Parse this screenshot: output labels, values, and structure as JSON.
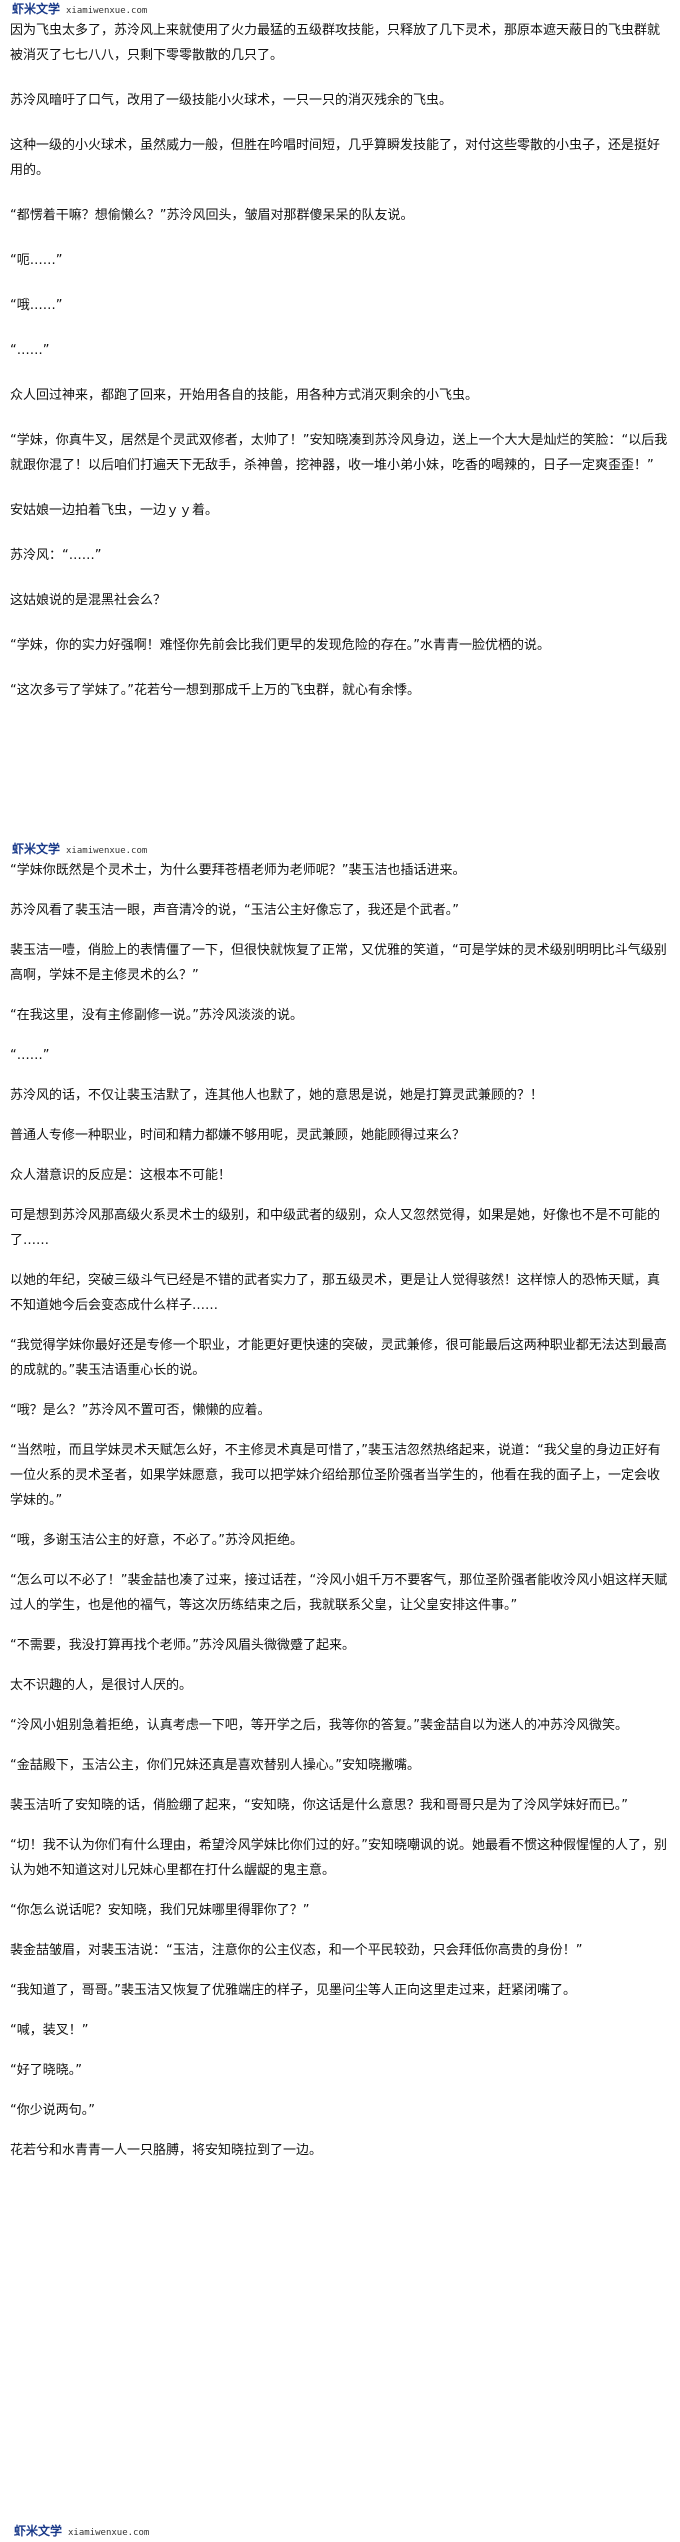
{
  "watermark": {
    "logo": "虾米文学",
    "url": "xiamiwenxue.com"
  },
  "page_a": {
    "paragraphs": [
      "因为飞虫太多了，苏泠风上来就使用了火力最猛的五级群攻技能，只释放了几下灵术，那原本遮天蔽日的飞虫群就被消灭了七七八八，只剩下零零散散的几只了。",
      "苏泠风暗吁了口气，改用了一级技能小火球术，一只一只的消灭残余的飞虫。",
      "这种一级的小火球术，虽然威力一般，但胜在吟唱时间短，几乎算瞬发技能了，对付这些零散的小虫子，还是挺好用的。",
      "“都愣着干嘛？想偷懒么？”苏泠风回头，皱眉对那群傻呆呆的队友说。",
      "“呃……”",
      "“哦……”",
      "“……”",
      "众人回过神来，都跑了回来，开始用各自的技能，用各种方式消灭剩余的小飞虫。",
      "“学妹，你真牛叉，居然是个灵武双修者，太帅了！”安知晓凑到苏泠风身边，送上一个大大是灿烂的笑脸：“以后我就跟你混了！以后咱们打遍天下无敌手，杀神兽，挖神器，收一堆小弟小妹，吃香的喝辣的，日子一定爽歪歪！”",
      "安姑娘一边拍着飞虫，一边ｙｙ着。",
      "苏泠风：“……”",
      "这姑娘说的是混黑社会么？",
      "“学妹，你的实力好强啊！难怪你先前会比我们更早的发现危险的存在。”水青青一脸优栖的说。",
      "“这次多亏了学妹了。”花若兮一想到那成千上万的飞虫群，就心有余悸。"
    ]
  },
  "page_b": {
    "paragraphs": [
      "“学妹你既然是个灵术士，为什么要拜苍梧老师为老师呢？”裴玉洁也插话进来。",
      "苏泠风看了裴玉洁一眼，声音清冷的说，“玉洁公主好像忘了，我还是个武者。”",
      "裴玉洁一噎，俏脸上的表情僵了一下，但很快就恢复了正常，又优雅的笑道，“可是学妹的灵术级别明明比斗气级别高啊，学妹不是主修灵术的么？”",
      "“在我这里，没有主修副修一说。”苏泠风淡淡的说。",
      "“……”",
      "苏泠风的话，不仅让裴玉洁默了，连其他人也默了，她的意思是说，她是打算灵武兼顾的？！",
      "普通人专修一种职业，时间和精力都嫌不够用呢，灵武兼顾，她能顾得过来么？",
      "众人潜意识的反应是：这根本不可能！",
      "可是想到苏泠风那高级火系灵术士的级别，和中级武者的级别，众人又忽然觉得，如果是她，好像也不是不可能的了……",
      "以她的年纪，突破三级斗气已经是不错的武者实力了，那五级灵术，更是让人觉得骇然！这样惊人的恐怖天赋，真不知道她今后会变态成什么样子……",
      "“我觉得学妹你最好还是专修一个职业，才能更好更快速的突破，灵武兼修，很可能最后这两种职业都无法达到最高的成就的。”裴玉洁语重心长的说。",
      "“哦？是么？”苏泠风不置可否，懒懒的应着。",
      "“当然啦，而且学妹灵术天赋怎么好，不主修灵术真是可惜了，”裴玉洁忽然热络起来，说道：“我父皇的身边正好有一位火系的灵术圣者，如果学妹愿意，我可以把学妹介绍给那位圣阶强者当学生的，他看在我的面子上，一定会收学妹的。”",
      "“哦，多谢玉洁公主的好意，不必了。”苏泠风拒绝。",
      "“怎么可以不必了！”裴金喆也凑了过来，接过话茬，“泠风小姐千万不要客气，那位圣阶强者能收泠风小姐这样天赋过人的学生，也是他的福气，等这次历练结束之后，我就联系父皇，让父皇安排这件事。”",
      "“不需要，我没打算再找个老师。”苏泠风眉头微微蹙了起来。",
      "太不识趣的人，是很讨人厌的。",
      "“泠风小姐别急着拒绝，认真考虑一下吧，等开学之后，我等你的答复。”裴金喆自以为迷人的冲苏泠风微笑。",
      "“金喆殿下，玉洁公主，你们兄妹还真是喜欢替别人操心。”安知晓撇嘴。",
      "裴玉洁听了安知晓的话，俏脸绷了起来，“安知晓，你这话是什么意思？我和哥哥只是为了泠风学妹好而已。”",
      "“切！我不认为你们有什么理由，希望泠风学妹比你们过的好。”安知晓嘲讽的说。她最看不惯这种假惺惺的人了，别认为她不知道这对儿兄妹心里都在打什么龌龊的鬼主意。",
      "“你怎么说话呢？安知晓，我们兄妹哪里得罪你了？”",
      "裴金喆皱眉，对裴玉洁说：“玉洁，注意你的公主仪态，和一个平民较劲，只会拜低你高贵的身份！”",
      "“我知道了，哥哥。”裴玉洁又恢复了优雅端庄的样子，见墨问尘等人正向这里走过来，赶紧闭嘴了。",
      "“喊，装叉！”",
      "“好了晓晓。”",
      "“你少说两句。”",
      "花若兮和水青青一人一只胳膊，将安知晓拉到了一边。"
    ]
  }
}
